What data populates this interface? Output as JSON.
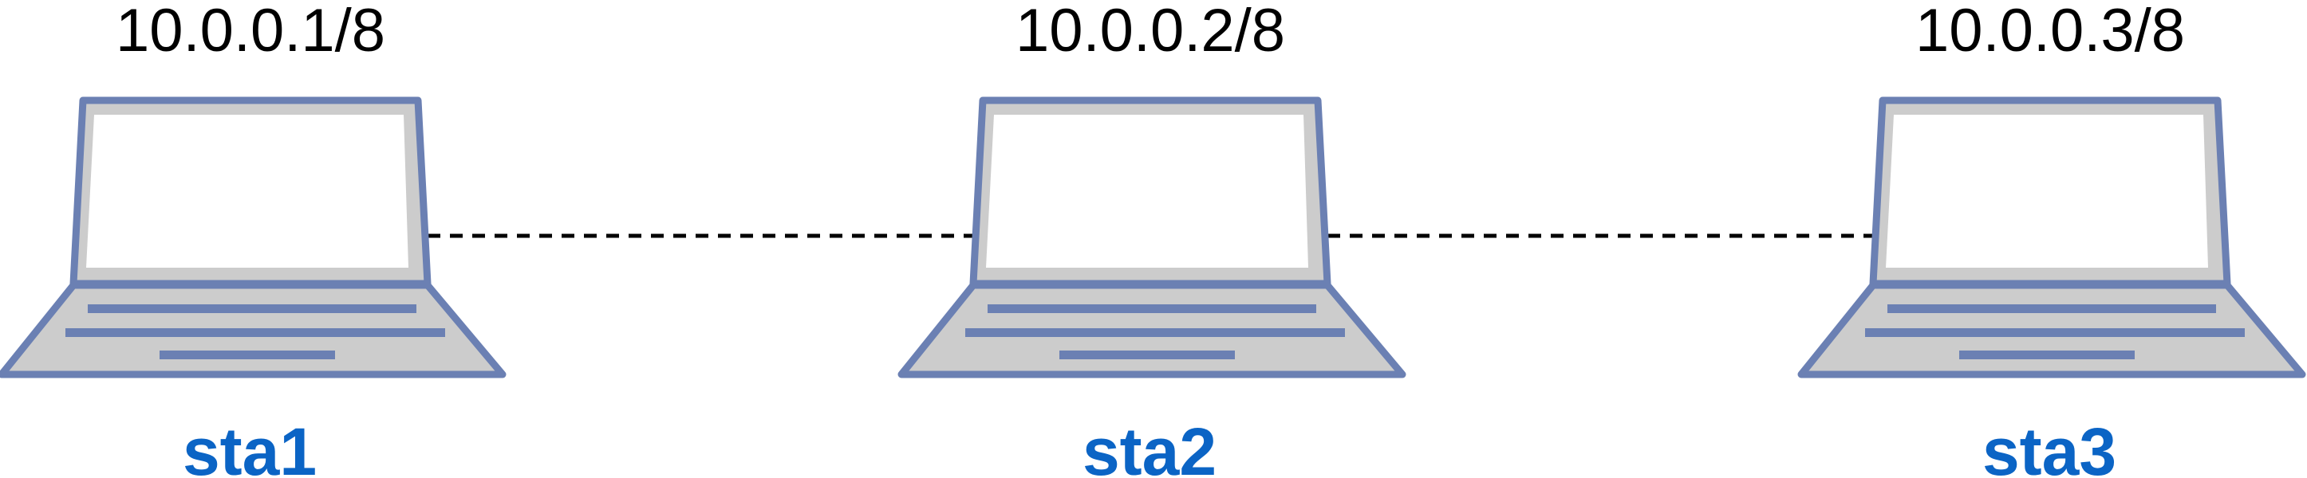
{
  "diagram": {
    "colors": {
      "outline": "#6b80b3",
      "body_fill": "#cccccc",
      "screen_fill": "#ffffff",
      "label": "#0b64c5",
      "link": "#000000"
    },
    "stations": [
      {
        "name": "sta1",
        "ip": "10.0.0.1/8"
      },
      {
        "name": "sta2",
        "ip": "10.0.0.2/8"
      },
      {
        "name": "sta3",
        "ip": "10.0.0.3/8"
      }
    ],
    "links": [
      {
        "from": "sta1",
        "to": "sta2",
        "style": "dashed"
      },
      {
        "from": "sta2",
        "to": "sta3",
        "style": "dashed"
      }
    ]
  }
}
